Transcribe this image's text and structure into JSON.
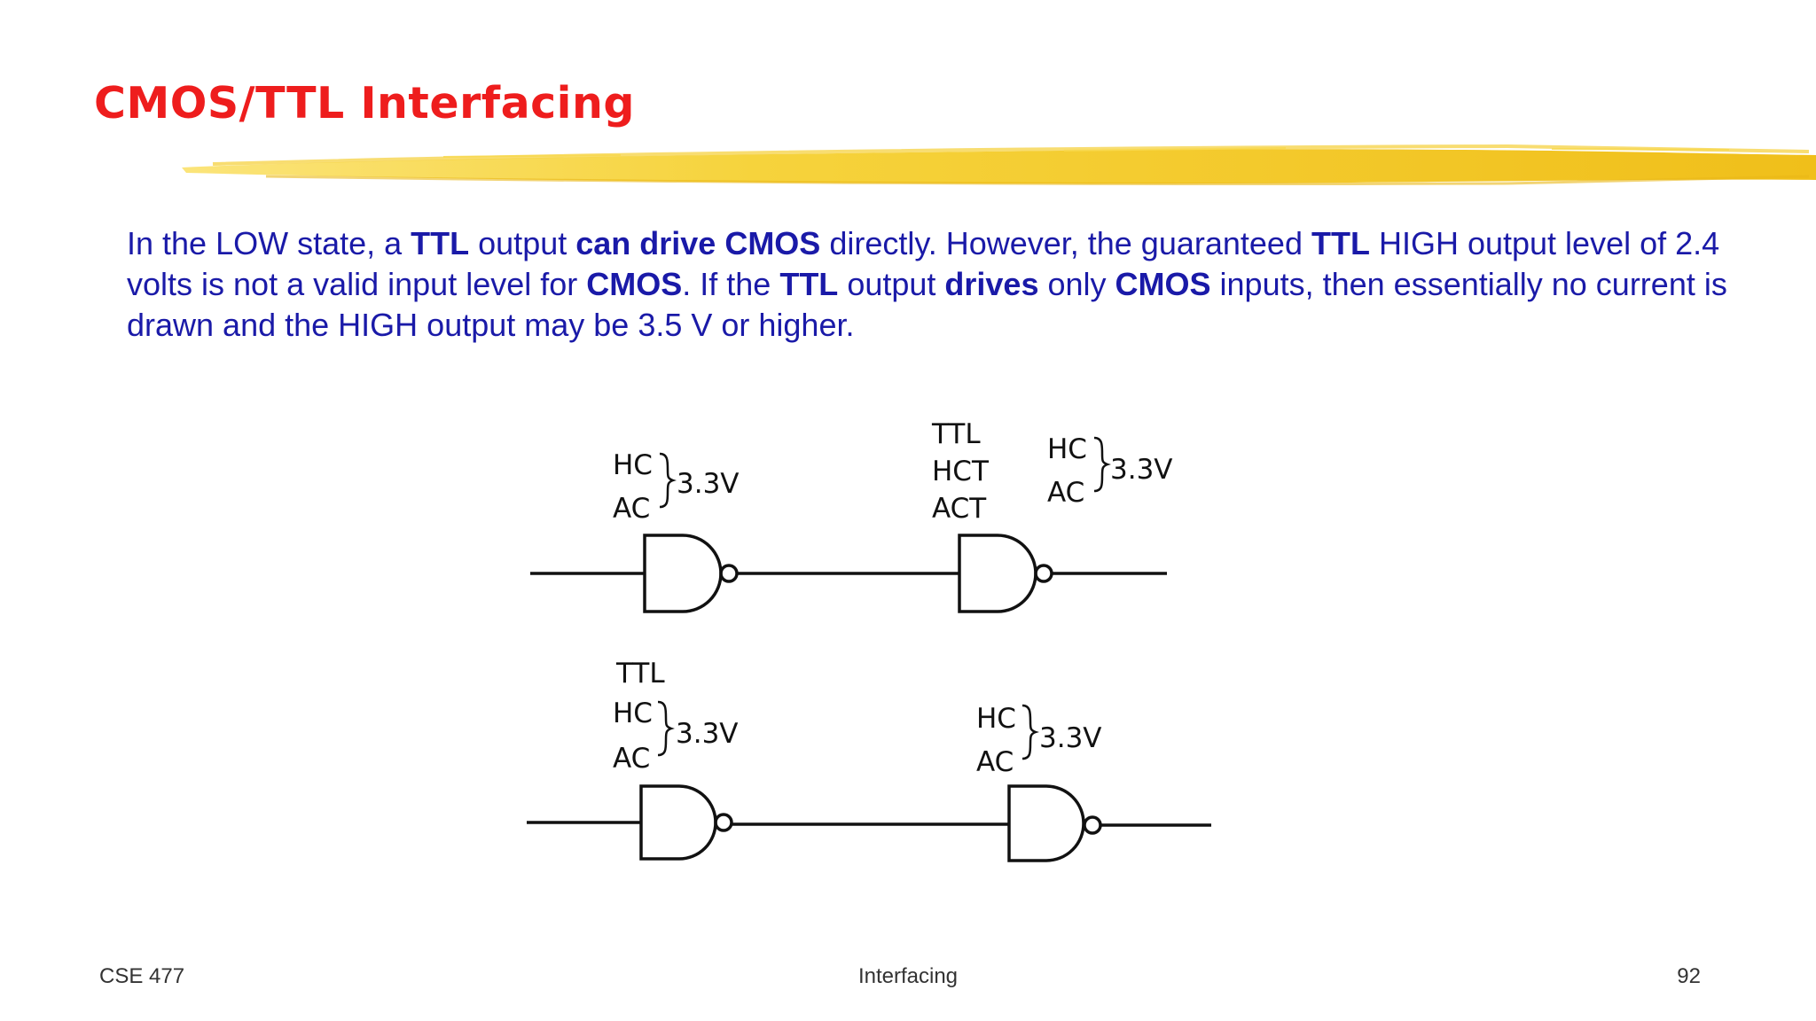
{
  "slide": {
    "title": "CMOS/TTL Interfacing",
    "body": [
      {
        "t": "In the LOW state, a ",
        "b": false
      },
      {
        "t": "TTL",
        "b": true
      },
      {
        "t": " output ",
        "b": false
      },
      {
        "t": "can drive CMOS",
        "b": true
      },
      {
        "t": " directly. However, the guaranteed ",
        "b": false
      },
      {
        "t": "TTL",
        "b": true
      },
      {
        "t": " HIGH output level of 2.4 volts is not a valid input level for ",
        "b": false
      },
      {
        "t": "CMOS",
        "b": true
      },
      {
        "t": ". If the ",
        "b": false
      },
      {
        "t": "TTL",
        "b": true
      },
      {
        "t": " output ",
        "b": false
      },
      {
        "t": "drives",
        "b": true
      },
      {
        "t": " only ",
        "b": false
      },
      {
        "t": "CMOS",
        "b": true
      },
      {
        "t": " inputs, then essentially no current is drawn and the HIGH output may be 3.5 V or higher.",
        "b": false
      }
    ]
  },
  "diagram": {
    "row1": {
      "driver": {
        "families": [
          "HC",
          "AC"
        ],
        "voltage": "3.3V"
      },
      "receiver": {
        "families": [
          "TTL",
          "HCT",
          "ACT"
        ]
      },
      "receiver_supply": {
        "families": [
          "HC",
          "AC"
        ],
        "voltage": "3.3V"
      }
    },
    "row2": {
      "driver": {
        "families": [
          "TTL",
          "HC",
          "AC"
        ],
        "voltage": "3.3V"
      },
      "receiver": {
        "families": [
          "HC",
          "AC"
        ],
        "voltage": "3.3V"
      }
    }
  },
  "footer": {
    "course": "CSE 477",
    "topic": "Interfacing",
    "page": "92"
  },
  "colors": {
    "title": "#ee1d1d",
    "body": "#1a1aa8",
    "brush": "#f2c21b"
  }
}
